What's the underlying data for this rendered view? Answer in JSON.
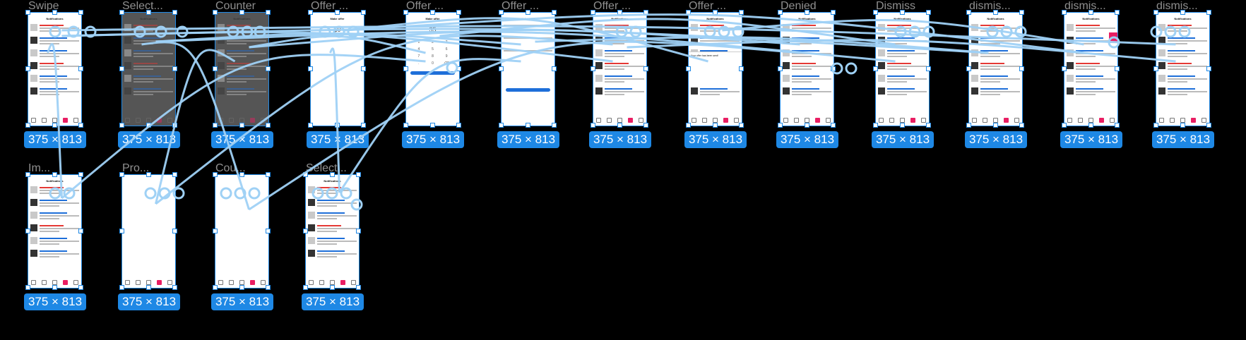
{
  "canvas": {
    "background": "#000000",
    "accent": "#1e88e5",
    "wire_color": "#9fd1f5"
  },
  "frames": [
    {
      "title": "Swipe",
      "dimensions": "375 × 813",
      "variant": "list"
    },
    {
      "title": "Select...",
      "dimensions": "375 × 813",
      "variant": "dim"
    },
    {
      "title": "Counter",
      "dimensions": "375 × 813",
      "variant": "dim"
    },
    {
      "title": "Offer ...",
      "dimensions": "375 × 813",
      "variant": "offer-amount"
    },
    {
      "title": "Offer ...",
      "dimensions": "375 × 813",
      "variant": "keypad"
    },
    {
      "title": "Offer ...",
      "dimensions": "375 × 813",
      "variant": "review"
    },
    {
      "title": "Offer ...",
      "dimensions": "375 × 813",
      "variant": "list"
    },
    {
      "title": "Offer ...",
      "dimensions": "375 × 813",
      "variant": "sheet"
    },
    {
      "title": "Denied",
      "dimensions": "375 × 813",
      "variant": "list"
    },
    {
      "title": "Dismiss",
      "dimensions": "375 × 813",
      "variant": "list"
    },
    {
      "title": "dismis...",
      "dimensions": "375 × 813",
      "variant": "list"
    },
    {
      "title": "dismis...",
      "dimensions": "375 × 813",
      "variant": "swipe"
    },
    {
      "title": "dismis...",
      "dimensions": "375 × 813",
      "variant": "list"
    },
    {
      "title": "Im...",
      "dimensions": "375 × 813",
      "variant": "list"
    },
    {
      "title": "Pro...",
      "dimensions": "375 × 813",
      "variant": "blank"
    },
    {
      "title": "Cou...",
      "dimensions": "375 × 813",
      "variant": "blank"
    },
    {
      "title": "Select...",
      "dimensions": "375 × 813",
      "variant": "list"
    }
  ],
  "thumb_text": {
    "header": "Notifications",
    "make_offer": "Make offer",
    "amount": "$0",
    "amount2": "35",
    "keys": [
      "1",
      "2",
      "3",
      "4",
      "5",
      "6",
      "7",
      "8",
      "9",
      ".",
      "0",
      "⌫"
    ],
    "continue": "Continue",
    "sheet_title": "Your offer has been sent!"
  }
}
